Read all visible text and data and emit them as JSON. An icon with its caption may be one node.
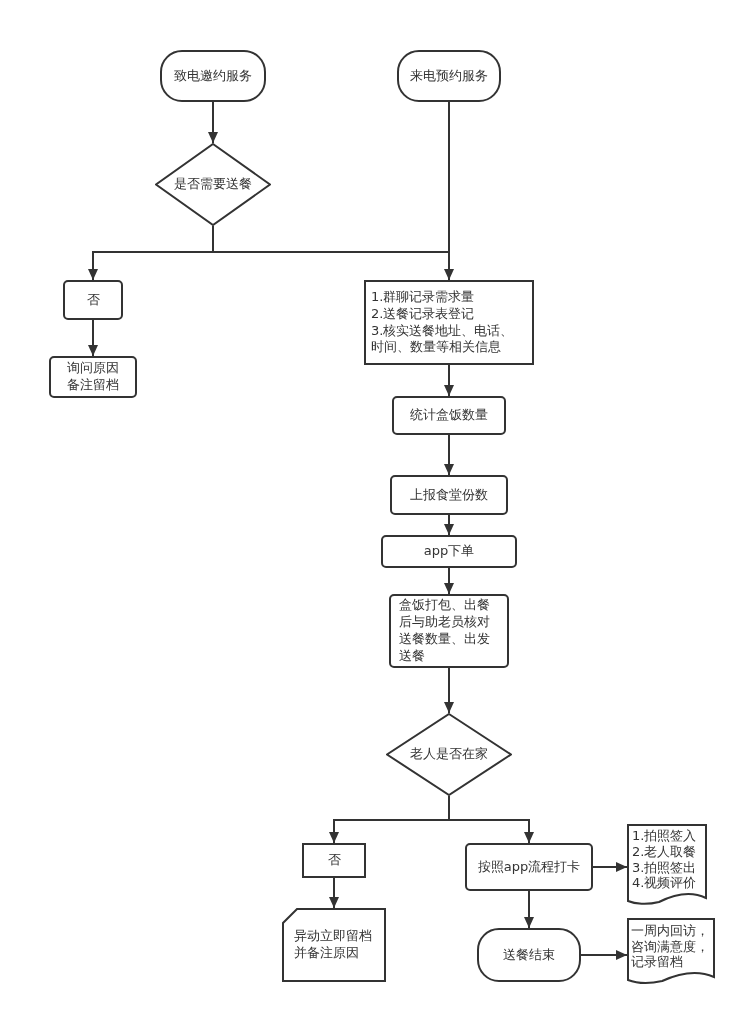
{
  "diagram": {
    "nodes": [
      {
        "text": [
          "致电邀约服务"
        ]
      },
      {
        "text": [
          "来电预约服务"
        ]
      },
      {
        "text": [
          "是否需要送餐"
        ]
      },
      {
        "text": [
          "否"
        ]
      },
      {
        "text": [
          "询问原因备注留档"
        ]
      },
      {
        "text": [
          "1.群聊记录需求量",
          "2.送餐记录表登记",
          "3.核实送餐地址、电话、时间、数量等相关信息"
        ]
      },
      {
        "text": [
          "统计盒饭数量"
        ]
      },
      {
        "text": [
          "上报食堂份数"
        ]
      },
      {
        "text": [
          "app下单"
        ]
      },
      {
        "text": [
          "盒饭打包、出餐后与助老员核对送餐数量、出发送餐"
        ]
      },
      {
        "text": [
          "老人是否在家"
        ]
      },
      {
        "text": [
          "否"
        ]
      },
      {
        "text": [
          "异动立即留档并备注原因"
        ]
      },
      {
        "text": [
          "按照app流程打卡"
        ]
      },
      {
        "text": [
          "1.拍照签入",
          "2.老人取餐",
          "3.拍照签出",
          "4.视频评价"
        ]
      },
      {
        "text": [
          "送餐结束"
        ]
      },
      {
        "text": [
          "一周内回访，咨询满意度，记录留档"
        ]
      }
    ],
    "edges": [
      {
        "from": 0,
        "to": 2,
        "arrow": "to"
      },
      {
        "from": 2,
        "to": 3,
        "arrow": "to"
      },
      {
        "from": 2,
        "to": 5,
        "arrow": "to"
      },
      {
        "from": 1,
        "to": 5,
        "arrow": "to"
      },
      {
        "from": 3,
        "to": 4,
        "arrow": "to"
      },
      {
        "from": 5,
        "to": 6,
        "arrow": "to"
      },
      {
        "from": 6,
        "to": 7,
        "arrow": "to"
      },
      {
        "from": 7,
        "to": 8,
        "arrow": "to"
      },
      {
        "from": 8,
        "to": 9,
        "arrow": "to"
      },
      {
        "from": 9,
        "to": 10,
        "arrow": "to"
      },
      {
        "from": 10,
        "to": 11,
        "arrow": "to"
      },
      {
        "from": 10,
        "to": 13,
        "arrow": "to"
      },
      {
        "from": 11,
        "to": 12,
        "arrow": "to"
      },
      {
        "from": 13,
        "to": 14,
        "arrow": "to"
      },
      {
        "from": 13,
        "to": 15,
        "arrow": "to"
      },
      {
        "from": 15,
        "to": 16,
        "arrow": "to"
      }
    ]
  }
}
